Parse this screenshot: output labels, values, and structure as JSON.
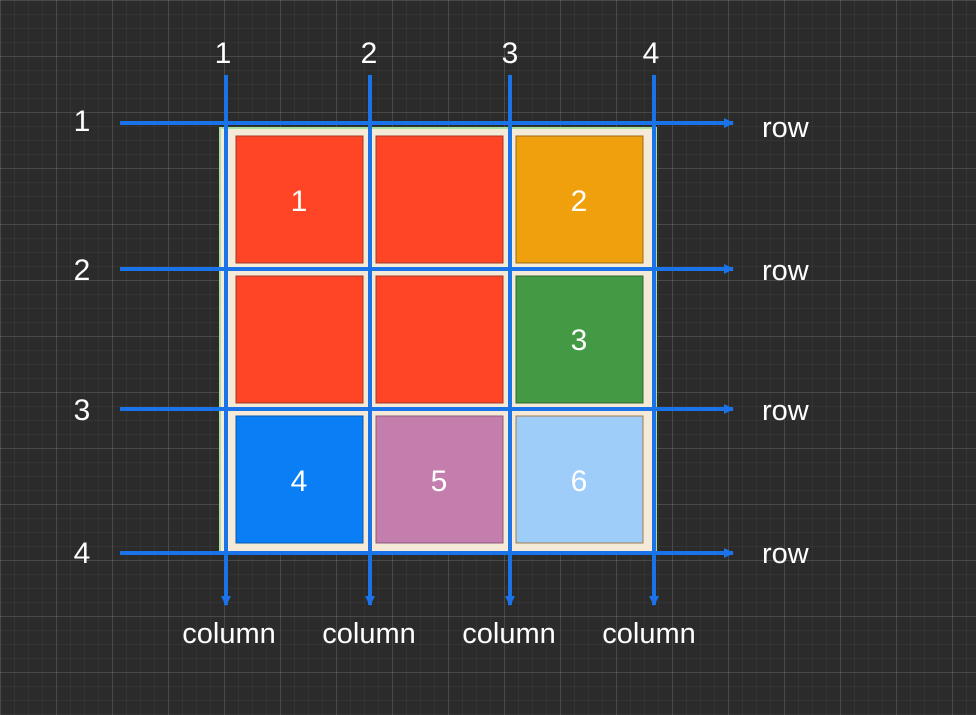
{
  "colors": {
    "line": "#1a73e8",
    "container_bg": "#f5ead8",
    "container_border": "#a8e0a0"
  },
  "row_lines": [
    {
      "number": "1",
      "label": "row"
    },
    {
      "number": "2",
      "label": "row"
    },
    {
      "number": "3",
      "label": "row"
    },
    {
      "number": "4",
      "label": "row"
    }
  ],
  "column_lines": [
    {
      "number": "1",
      "label": "column"
    },
    {
      "number": "2",
      "label": "column"
    },
    {
      "number": "3",
      "label": "column"
    },
    {
      "number": "4",
      "label": "column"
    }
  ],
  "cells": [
    {
      "label": "1",
      "color": "#ff4525"
    },
    {
      "label": "",
      "color": "#ff4525"
    },
    {
      "label": "2",
      "color": "#f0a00c"
    },
    {
      "label": "",
      "color": "#ff4525"
    },
    {
      "label": "",
      "color": "#ff4525"
    },
    {
      "label": "3",
      "color": "#439944"
    },
    {
      "label": "4",
      "color": "#0a7ef5"
    },
    {
      "label": "5",
      "color": "#c47ead"
    },
    {
      "label": "6",
      "color": "#9ecdfa"
    }
  ]
}
